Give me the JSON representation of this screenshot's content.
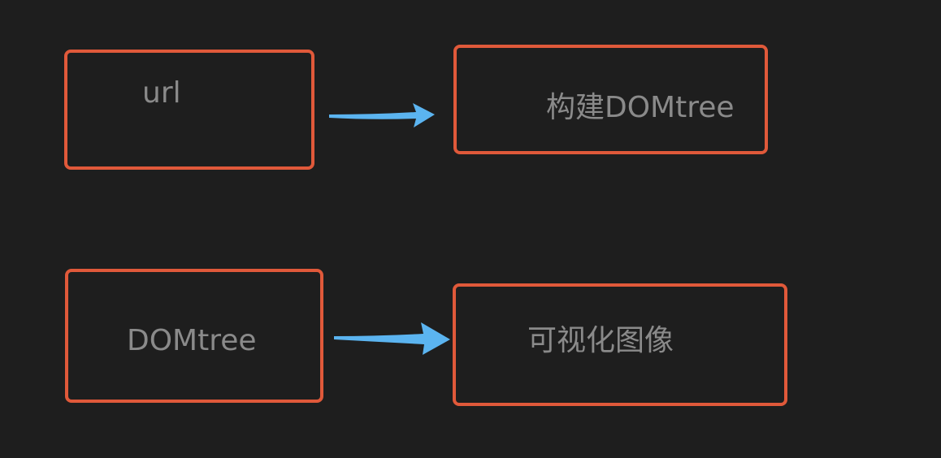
{
  "diagram": {
    "nodes": {
      "url": {
        "label": "url"
      },
      "build_dom": {
        "label": "构建DOMtree"
      },
      "domtree": {
        "label": "DOMtree"
      },
      "visual_image": {
        "label": "可视化图像"
      }
    },
    "edges": [
      {
        "from": "url",
        "to": "build_dom"
      },
      {
        "from": "domtree",
        "to": "visual_image"
      }
    ],
    "colors": {
      "background": "#1e1e1e",
      "node_border": "#e0593a",
      "label_text": "#8a8a8a",
      "arrow": "#5bb4f0"
    }
  }
}
